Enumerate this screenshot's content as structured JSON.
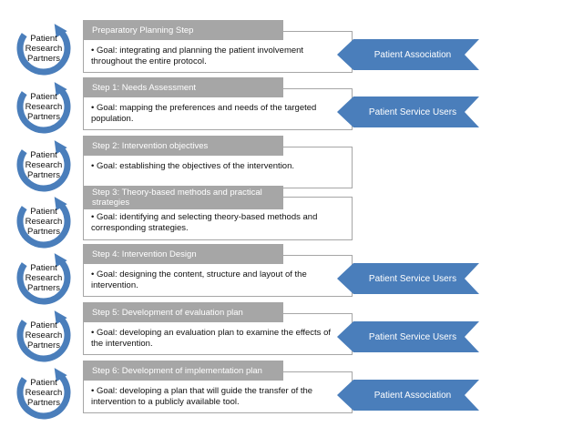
{
  "partner_label_lines": [
    "Patient",
    "Research",
    "Partners"
  ],
  "steps": [
    {
      "title": "Preparatory  Planning Step",
      "goal": "• Goal: integrating and planning the patient involvement throughout  the entire protocol.",
      "stakeholder": "Patient Association"
    },
    {
      "title": "Step 1: Needs Assessment",
      "goal": "• Goal: mapping the preferences and needs of the targeted population.",
      "stakeholder": "Patient Service Users"
    },
    {
      "title": "Step 2: Intervention objectives",
      "goal": "• Goal: establishing the objectives of the intervention.",
      "stakeholder": ""
    },
    {
      "title": "Step 3: Theory-based methods and practical strategies",
      "goal": "• Goal: identifying and selecting theory-based methods and corresponding strategies.",
      "stakeholder": ""
    },
    {
      "title": "Step 4: Intervention Design",
      "goal": "• Goal: designing the content, structure and layout of the intervention.",
      "stakeholder": "Patient Service Users"
    },
    {
      "title": "Step 5: Development of evaluation plan",
      "goal": "• Goal: developing an evaluation plan to examine the effects of the intervention.",
      "stakeholder": "Patient Service Users"
    },
    {
      "title": "Step 6:  Development of implementation plan",
      "goal": "• Goal:  developing a plan that will guide the transfer of the intervention  to a publicly available tool.",
      "stakeholder": "Patient Association"
    }
  ],
  "colors": {
    "ring": "#4a7ebb",
    "title_bar": "#a6a6a6",
    "card_border": "#a6a6a6",
    "arrow": "#4a7ebb",
    "arrow_text": "#ffffff"
  }
}
